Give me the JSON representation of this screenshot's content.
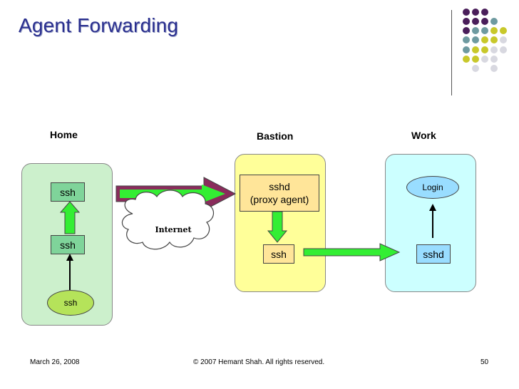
{
  "slide": {
    "title": "Agent Forwarding",
    "footer_date": "March 26, 2008",
    "footer_copyright": "© 2007 Hemant Shah. All rights reserved.",
    "page_number": "50"
  },
  "diagram": {
    "columns": {
      "home": "Home",
      "bastion": "Bastion",
      "work": "Work"
    },
    "home_boxes": {
      "top": "ssh",
      "middle": "ssh",
      "bottom": "ssh"
    },
    "bastion_boxes": {
      "sshd_line1": "sshd",
      "sshd_line2": "(proxy agent)",
      "ssh": "ssh"
    },
    "work_boxes": {
      "login": "Login",
      "sshd": "sshd"
    },
    "cloud_label": "Internet"
  },
  "colors": {
    "title": "#2a2f8f",
    "home_panel": "#ccf0cc",
    "bastion_panel": "#ffff99",
    "work_panel": "#ccffff",
    "ssh_box": "#7fd49a",
    "ssh_ellipse": "#b5e35a",
    "bastion_box": "#ffe599",
    "work_box": "#99ddff",
    "arrow_green": "#33ee33",
    "arrow_purple": "#8a2c5c",
    "dot_purple": "#4a1e5a",
    "dot_teal": "#6e9aa0",
    "dot_olive": "#c8c82a",
    "dot_grey": "#d8d8e0"
  }
}
